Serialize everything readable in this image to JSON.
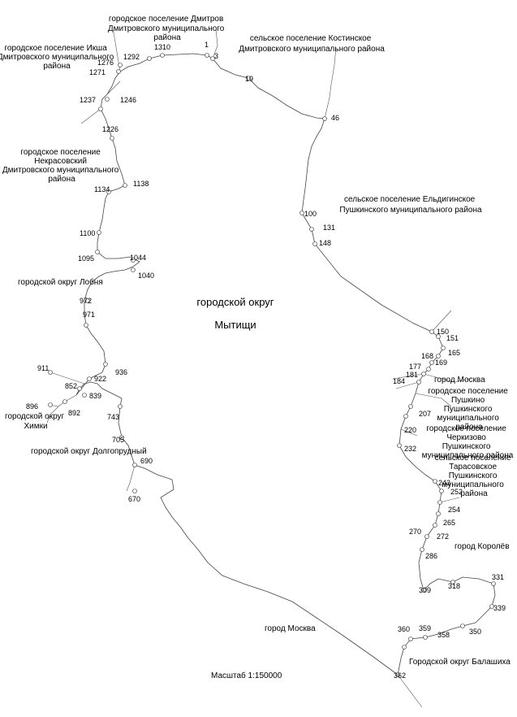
{
  "map": {
    "center_label_line1": "городской округ",
    "center_label_line2": "Мытищи",
    "scale_label": "Масштаб 1:150000",
    "colors": {
      "boundary": "#444444",
      "neighbor": "#555555",
      "text": "#000000"
    },
    "regions": [
      {
        "id": "dmitrov",
        "lines": [
          "городское поселение Дмитров",
          "Дмитровского муниципального",
          "района"
        ]
      },
      {
        "id": "kostino",
        "lines": [
          "сельское поселение Костинское",
          "Дмитровского муниципального района"
        ]
      },
      {
        "id": "iksha",
        "lines": [
          "городское поселение Икша",
          "Дмитровского муниципального",
          "района"
        ]
      },
      {
        "id": "nekrasovsky",
        "lines": [
          "городское поселение",
          "Некрасовский",
          "Дмитровского муниципального",
          "района"
        ]
      },
      {
        "id": "eldiginskoe",
        "lines": [
          "сельское поселение Ельдигинское",
          "Пушкинского муниципального района"
        ]
      },
      {
        "id": "lobnya",
        "lines": [
          "городской округ Лобня"
        ]
      },
      {
        "id": "khimki",
        "lines": [
          "городской округ",
          "Химки"
        ]
      },
      {
        "id": "dolgoprudny",
        "lines": [
          "городской округ Долгопрудный"
        ]
      },
      {
        "id": "moscow-east",
        "lines": [
          "город Москва"
        ]
      },
      {
        "id": "pushkino",
        "lines": [
          "городское поселение",
          "Пушкино",
          "Пушкинского",
          "муниципального",
          "района"
        ]
      },
      {
        "id": "cherkizovo",
        "lines": [
          "городское поселение",
          "Черкизово",
          "Пушкинского",
          "муниципального района"
        ]
      },
      {
        "id": "tarasovskoe",
        "lines": [
          "сельское поселение",
          "Тарасовское",
          "Пушкинского",
          "муниципального",
          "района"
        ]
      },
      {
        "id": "korolev",
        "lines": [
          "город Королёв"
        ]
      },
      {
        "id": "moscow-south",
        "lines": [
          "город Москва"
        ]
      },
      {
        "id": "balashikha",
        "lines": [
          "Городской округ Балашиха"
        ]
      }
    ],
    "points": [
      "1",
      "3",
      "19",
      "46",
      "100",
      "131",
      "148",
      "150",
      "151",
      "165",
      "168",
      "169",
      "177",
      "181",
      "184",
      "207",
      "220",
      "232",
      "243",
      "252",
      "254",
      "265",
      "270",
      "272",
      "286",
      "309",
      "318",
      "331",
      "339",
      "350",
      "358",
      "359",
      "360",
      "362",
      "670",
      "690",
      "705",
      "743",
      "839",
      "852",
      "892",
      "896",
      "911",
      "922",
      "936",
      "971",
      "972",
      "1040",
      "1044",
      "1095",
      "1100",
      "1134",
      "1138",
      "1226",
      "1237",
      "1246",
      "1271",
      "1276",
      "1292",
      "1310"
    ]
  }
}
